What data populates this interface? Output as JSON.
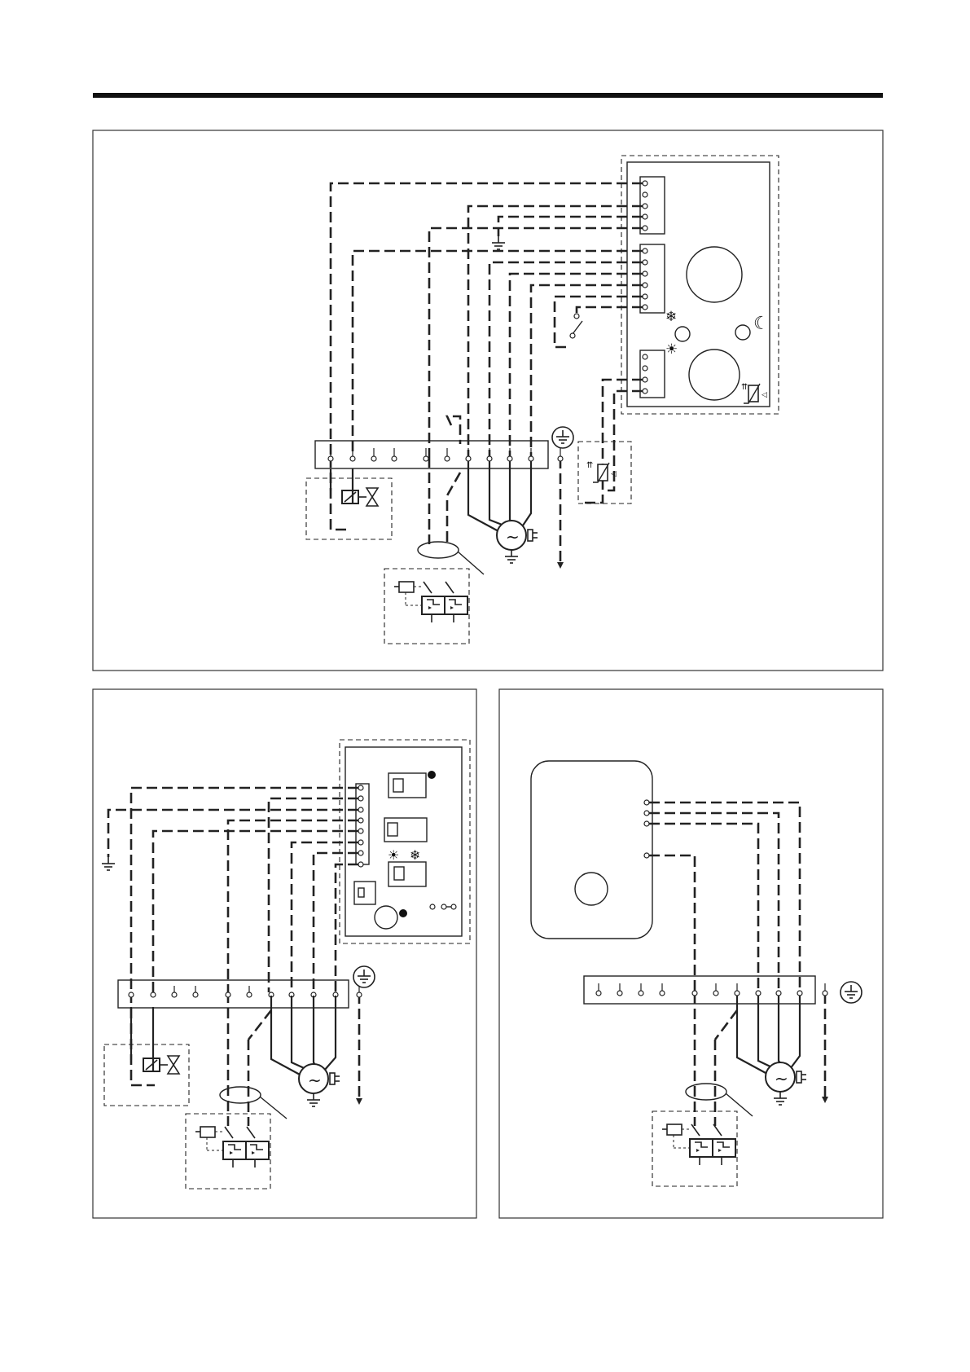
{
  "page": {
    "header_rule_color": "#111111",
    "line_color": "#222222",
    "background": "#ffffff"
  },
  "diagrams": [
    {
      "id": "top-wiring-diagram",
      "components": [
        "wall-thermostat-panel",
        "terminal-strip",
        "solenoid-valve",
        "fan-motor",
        "circuit-breaker",
        "room-sensor",
        "ground"
      ],
      "icons": [
        "snowflake-icon",
        "sun-icon",
        "moon-icon",
        "thermistor-icon",
        "ground-icon",
        "motor-icon"
      ]
    },
    {
      "id": "bottom-left-wiring-diagram",
      "components": [
        "thermostat-panel",
        "terminal-strip",
        "solenoid-valve",
        "fan-motor",
        "circuit-breaker",
        "ground"
      ],
      "icons": [
        "sun-icon",
        "snowflake-icon",
        "ground-icon",
        "motor-icon"
      ]
    },
    {
      "id": "bottom-right-wiring-diagram",
      "components": [
        "speed-switch",
        "terminal-strip",
        "fan-motor",
        "circuit-breaker",
        "ground"
      ],
      "icons": [
        "ground-icon",
        "motor-icon"
      ]
    }
  ],
  "symbols": {
    "motor": "~",
    "snowflake": "❄",
    "sun": "☀",
    "moon": "☾"
  }
}
